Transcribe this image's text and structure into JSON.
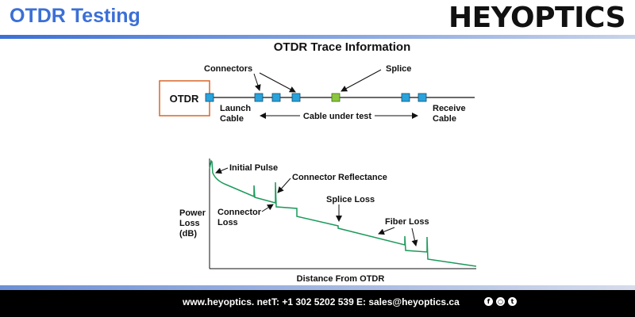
{
  "header": {
    "title": "OTDR Testing",
    "brand": "HEYOPTICS"
  },
  "diagram": {
    "title": "OTDR Trace Information",
    "otdr_box": "OTDR",
    "connectors": "Connectors",
    "splice": "Splice",
    "launch_cable": [
      "Launch",
      "Cable"
    ],
    "cable_under_test": "Cable under test",
    "receive_cable": [
      "Receive",
      "Cable"
    ]
  },
  "trace": {
    "initial_pulse": "Initial Pulse",
    "connector_reflectance": "Connector Reflectance",
    "splice_loss": "Splice Loss",
    "connector_loss": [
      "Connector",
      "Loss"
    ],
    "fiber_loss": "Fiber Loss",
    "y_axis_label": [
      "Power",
      "Loss",
      "(dB)"
    ],
    "x_axis_label": "Distance From OTDR"
  },
  "footer": {
    "website": "www.heyoptics. net",
    "phone": "T: +1 302 5202 539",
    "email": "E: sales@heyoptics.ca"
  },
  "colors": {
    "title": "#3b6fd6",
    "connector": "#29a3dc",
    "splice": "#8cc63f",
    "otdr_box": "#d9662a",
    "trace": "#1a9a5a"
  },
  "icons": [
    "facebook-icon",
    "instagram-icon",
    "twitter-icon"
  ]
}
